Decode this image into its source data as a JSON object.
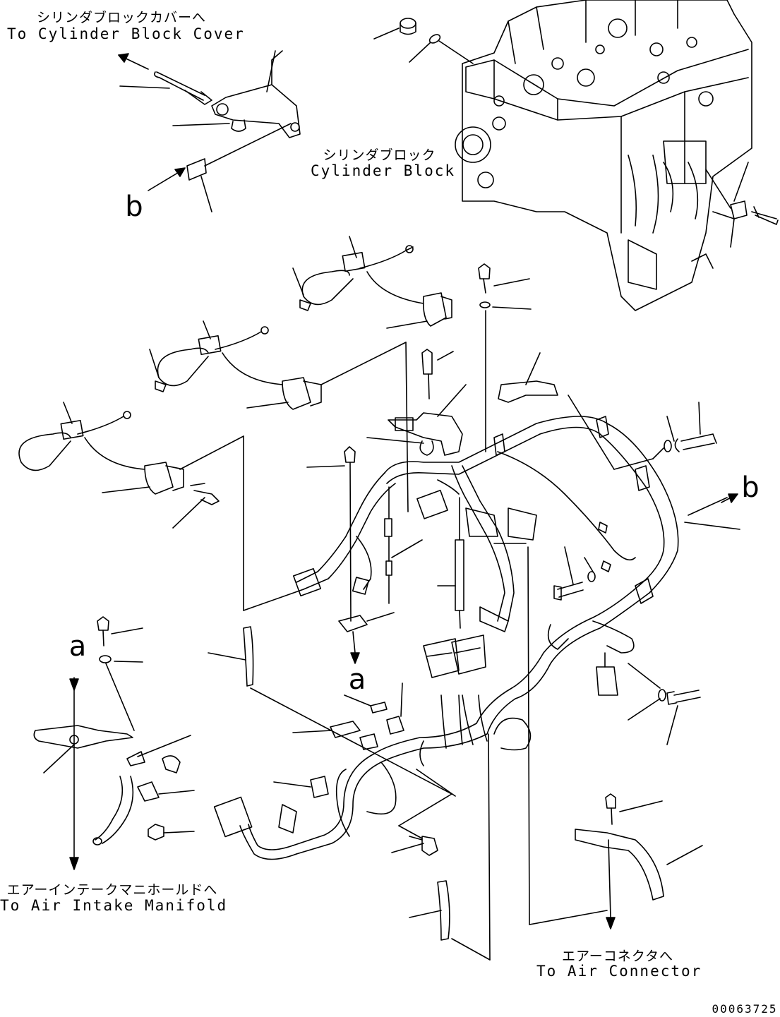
{
  "labels": {
    "cyl_block_cover_jp": "シリンダブロックカバーへ",
    "cyl_block_cover_en": "To Cylinder Block Cover",
    "cyl_block_jp": "シリンダブロック",
    "cyl_block_en": "Cylinder Block",
    "air_intake_jp": "エアーインテークマニホールドへ",
    "air_intake_en": "To Air Intake Manifold",
    "air_connector_jp": "エアーコネクタへ",
    "air_connector_en": "To Air Connector",
    "ref_a_top": "a",
    "ref_a_left": "a",
    "ref_b_left": "b",
    "ref_b_right": "b",
    "drawing_number": "00063725"
  },
  "colors": {
    "line": "#000000",
    "background": "#ffffff"
  }
}
